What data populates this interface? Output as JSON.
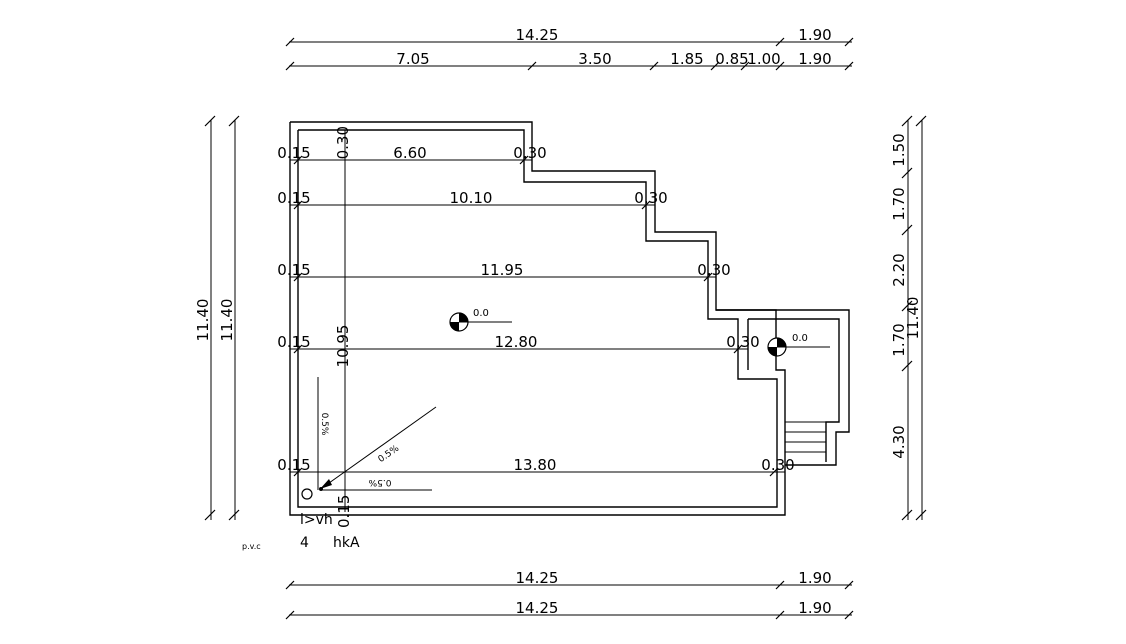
{
  "dimensions_top": {
    "row1": [
      "14.25",
      "1.90"
    ],
    "row2": [
      "7.05",
      "3.50",
      "1.85",
      "0.85",
      "1.00",
      "1.90"
    ]
  },
  "dimensions_bottom": {
    "row1": [
      "14.25",
      "1.90"
    ],
    "row2": [
      "14.25",
      "1.90"
    ]
  },
  "dimensions_left": [
    "11.40",
    "11.40"
  ],
  "dimensions_right": [
    "1.50",
    "1.70",
    "2.20",
    "1.70",
    "4.30",
    "11.40"
  ],
  "interior": {
    "wall_top": "0.30",
    "wall_left": "0.15",
    "wall_right": "0.30",
    "wall_bottom": "0.15",
    "height": "10.95",
    "rows": [
      "6.60",
      "10.10",
      "11.95",
      "12.80",
      "13.80"
    ]
  },
  "levels": [
    "0.0",
    "0.0"
  ],
  "slopes": [
    "0.5%",
    "0.5%",
    "0.5%"
  ],
  "labels": {
    "pvc": "p.v.c",
    "note_a": "l>vh",
    "note_b": "4",
    "note_c": "hkA"
  }
}
